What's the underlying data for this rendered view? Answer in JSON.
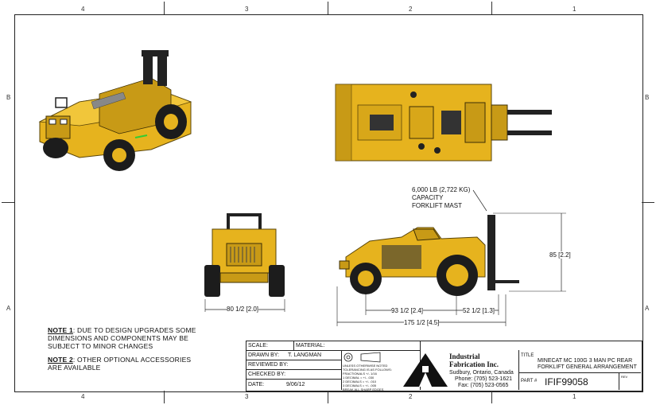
{
  "zones": {
    "top": [
      "4",
      "3",
      "2",
      "1"
    ],
    "bottom": [
      "4",
      "3",
      "2",
      "1"
    ],
    "left": [
      "B",
      "A"
    ],
    "right": [
      "B",
      "A"
    ]
  },
  "notes": {
    "note1_label": "NOTE 1",
    "note1_text": ": DUE TO DESIGN UPGRADES SOME DIMENSIONS AND COMPONENTS MAY BE SUBJECT TO MINOR CHANGES",
    "note2_label": "NOTE 2",
    "note2_text": ": OTHER OPTIONAL ACCESSORIES ARE AVAILABLE"
  },
  "callouts": {
    "capacity_line1": "6,000 LB (2,722 KG)",
    "capacity_line2": "CAPACITY",
    "capacity_line3": "FORKLIFT MAST"
  },
  "dimensions": {
    "height": "85 [2.2]",
    "width": "80 1/2 [2.0]",
    "wheelbase": "93 1/2 [2.4]",
    "front_overhang": "52 1/2 [1.3]",
    "overall_length": "175 1/2 [4.5]"
  },
  "title_block": {
    "scale_label": "SCALE:",
    "material_label": "MATERIAL:",
    "drawn_by_label": "DRAWN BY:",
    "drawn_by_value": "T. LANGMAN",
    "reviewed_by_label": "REVIEWED BY:",
    "checked_by_label": "CHECKED BY:",
    "date_label": "DATE:",
    "date_value": "9/06/12",
    "tolerance_lines": [
      "UNLESS OTHERWISE NOTED",
      "TOLERANCING IS AS FOLLOWS:",
      "FRACTIONALS +/- 1/16",
      "1 DECIMAL = +/- .030",
      "2 DECIMALS = +/- .010",
      "3 DECIMALS = +/- .005",
      "BREAK ALL SHARP EDGES"
    ],
    "company_name_line1": "Industrial",
    "company_name_line2": "Fabrication Inc.",
    "company_location": "Sudbury, Ontario, Canada",
    "company_phone": "Phone: (705) 523-1621",
    "company_fax": "Fax: (705) 523-0565",
    "title_label": "TITLE",
    "title_line1": "MINECAT MC 100G 3 MAN PC REAR",
    "title_line2": "FORKLIFT GENERAL ARRANGEMENT",
    "part_label": "PART #",
    "part_value": "IFIF99058",
    "rev_label": "REV"
  },
  "colors": {
    "vehicle_yellow": "#e6b31e",
    "vehicle_dark": "#8a6a10",
    "tire": "#1c1c1c",
    "line": "#222222"
  }
}
